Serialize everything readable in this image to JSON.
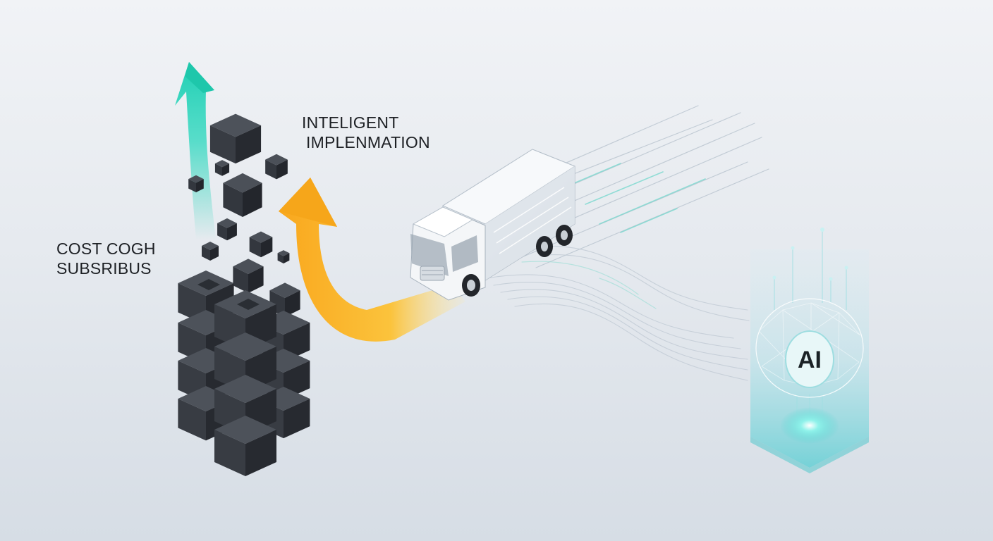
{
  "labels": {
    "cost_line1": "COST COGH",
    "cost_line2": "SUBSRIBUS",
    "intel_line1": "INTELIGENT",
    "intel_line2": "IMPLENMATION"
  },
  "ai_badge": "AI",
  "colors": {
    "background_top": "#f1f3f6",
    "background_bottom": "#d6dde5",
    "teal_arrow": "#22d3b8",
    "yellow_arrow": "#f7b62a",
    "cube_dark": "#3a3e46",
    "ai_glow": "#58e0d8"
  },
  "icons": [
    "cube-stack-icon",
    "teal-up-arrow-icon",
    "yellow-curved-arrow-icon",
    "truck-icon",
    "ai-brain-chip-icon"
  ]
}
